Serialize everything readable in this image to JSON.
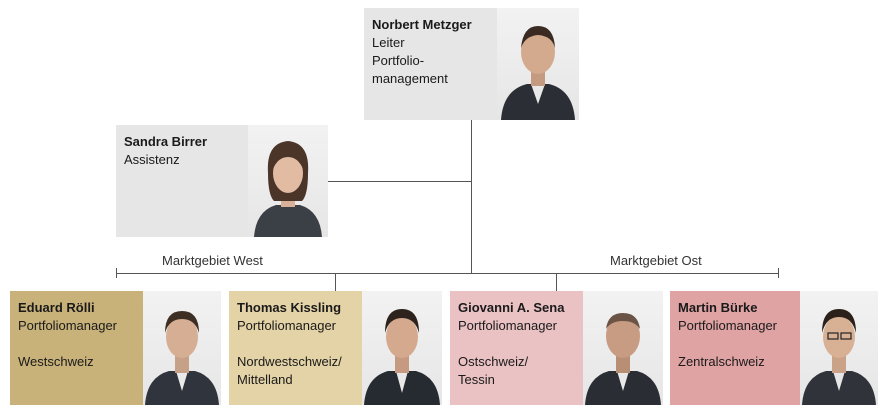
{
  "top": {
    "name": "Norbert Metzger",
    "role_line1": "Leiter",
    "role_line2": "Portfolio-",
    "role_line3": "management"
  },
  "assistant": {
    "name": "Sandra Birrer",
    "role": "Assistenz"
  },
  "groups": {
    "west": "Marktgebiet West",
    "ost": "Marktgebiet Ost"
  },
  "members": [
    {
      "name": "Eduard Rölli",
      "role": "Portfoliomanager",
      "region_line1": "Westschweiz",
      "region_line2": "",
      "color": "#c8b27a"
    },
    {
      "name": "Thomas Kissling",
      "role": "Portfoliomanager",
      "region_line1": "Nordwestschweiz/",
      "region_line2": "Mittelland",
      "color": "#e4d3a6"
    },
    {
      "name": "Giovanni A. Sena",
      "role": "Portfoliomanager",
      "region_line1": "Ostschweiz/",
      "region_line2": "Tessin",
      "color": "#ebc2c4"
    },
    {
      "name": "Martin Bürke",
      "role": "Portfoliomanager",
      "region_line1": "Zentralschweiz",
      "region_line2": "",
      "color": "#e0a3a4"
    }
  ],
  "colors": {
    "top_card": "#e6e6e6",
    "assistant_card": "#e6e6e6",
    "connector": "#555555"
  },
  "icons": [
    "person-photo"
  ]
}
